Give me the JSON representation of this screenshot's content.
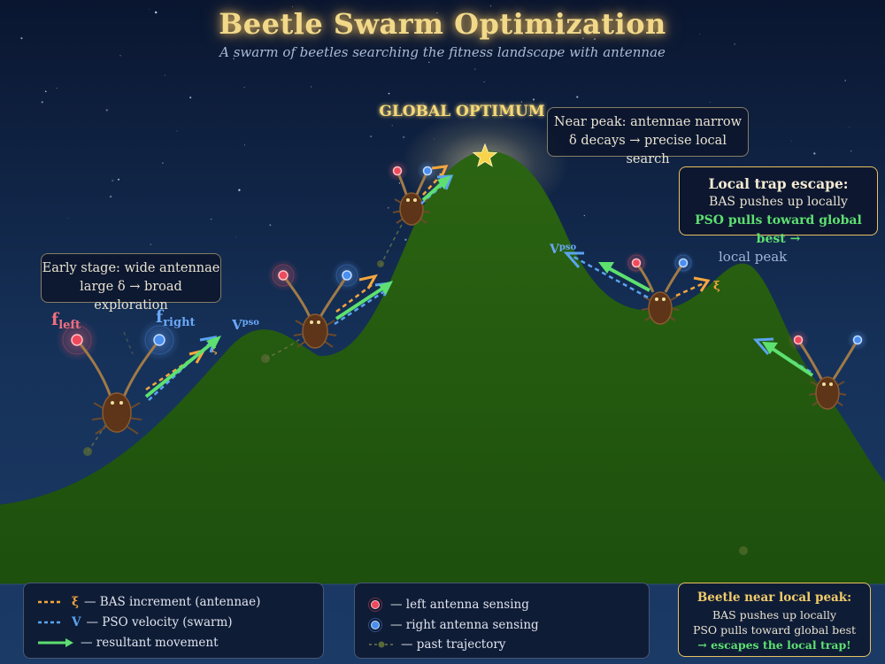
{
  "title": "Beetle Swarm Optimization",
  "subtitle": "A swarm of beetles searching the fitness landscape with antennae",
  "labels": {
    "global_optimum": "GLOBAL OPTIMUM",
    "local_peak": "local peak",
    "f_left_base": "f",
    "f_left_sub": "left",
    "f_right_base": "f",
    "f_right_sub": "right",
    "v_pso_base": "V",
    "v_pso_sub": "pso",
    "xi": "ξ"
  },
  "callouts": {
    "early": {
      "line1": "Early stage: wide antennae",
      "line2": "large δ → broad exploration"
    },
    "near_peak": {
      "line1": "Near peak: antennae narrow",
      "line2": "δ decays → precise local search"
    },
    "trap": {
      "heading": "Local trap escape:",
      "line1": "BAS pushes up locally",
      "line2": "PSO pulls toward global best →"
    }
  },
  "legend": {
    "bas_symbol": "ξ",
    "bas_text": "— BAS increment (antennae)",
    "pso_symbol": "V",
    "pso_text": "— PSO velocity (swarm)",
    "resultant_text": "— resultant movement",
    "left_text": "— left antenna sensing",
    "right_text": "— right antenna sensing",
    "trajectory_text": "— past trajectory",
    "note_heading": "Beetle near local peak:",
    "note_line1": "BAS pushes up locally",
    "note_line2": "PSO pulls toward global best",
    "note_line3": "→ escapes the local trap!"
  },
  "colors": {
    "hill": "#235a10",
    "bas": "#f5a63e",
    "pso": "#5aa4f0",
    "resultant": "#5de070",
    "left_antenna": "#ee4a5c",
    "right_antenna": "#4a8ff0",
    "title": "#f2d98a",
    "accent_border": "#e8c060"
  }
}
